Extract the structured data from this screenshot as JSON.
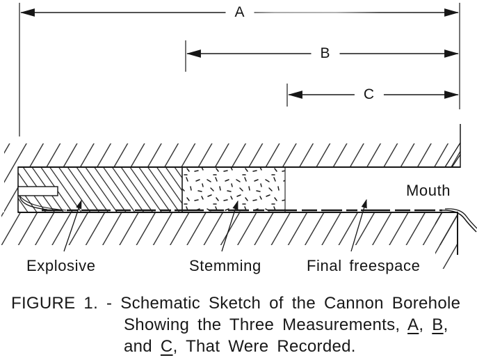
{
  "dim": {
    "a": "A",
    "b": "B",
    "c": "C"
  },
  "labels": {
    "mouth": "Mouth",
    "explosive": "Explosive",
    "stemming": "Stemming",
    "freespace": "Final freespace"
  },
  "caption": {
    "line1": "FIGURE 1. - Schematic Sketch of the Cannon Borehole",
    "line2_pre": "Showing the Three Measurements, ",
    "a": "A",
    "comma1": ", ",
    "b": "B",
    "comma2": ",",
    "line3_pre": "and ",
    "c": "C",
    "line3_post": ", That Were Recorded."
  }
}
